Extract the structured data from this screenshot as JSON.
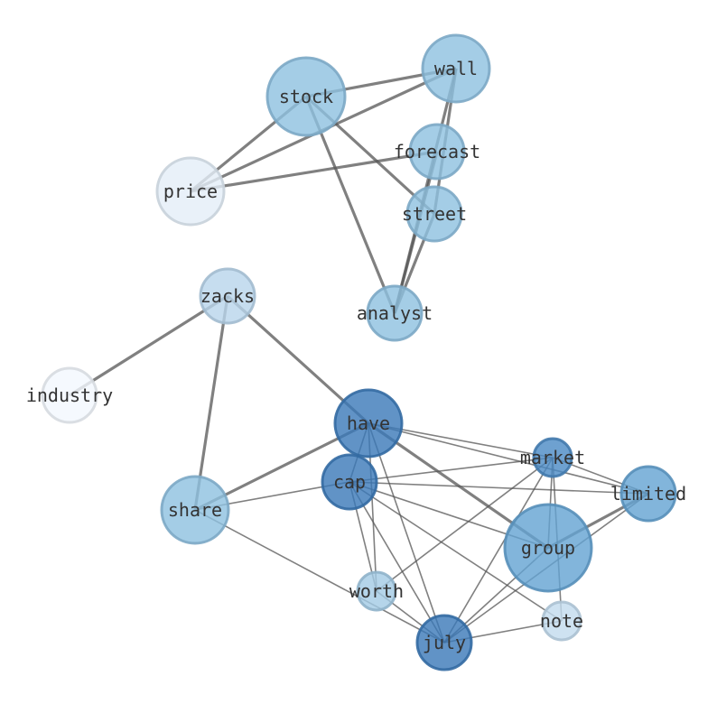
{
  "graph": {
    "nodes": [
      {
        "id": "stock",
        "label": "stock",
        "color": "#8dc0e0"
      },
      {
        "id": "wall",
        "label": "wall",
        "color": "#8dc0e0"
      },
      {
        "id": "forecast",
        "label": "forecast",
        "color": "#8dc0e0"
      },
      {
        "id": "price",
        "label": "price",
        "color": "#e3edf8"
      },
      {
        "id": "street",
        "label": "street",
        "color": "#8dc0e0"
      },
      {
        "id": "analyst",
        "label": "analyst",
        "color": "#8dc0e0"
      },
      {
        "id": "zacks",
        "label": "zacks",
        "color": "#b8d5eb"
      },
      {
        "id": "industry",
        "label": "industry",
        "color": "#f3f8fe"
      },
      {
        "id": "have",
        "label": "have",
        "color": "#3a78b8"
      },
      {
        "id": "market",
        "label": "market",
        "color": "#4a89c4"
      },
      {
        "id": "cap",
        "label": "cap",
        "color": "#3a78b8"
      },
      {
        "id": "limited",
        "label": "limited",
        "color": "#63a3d2"
      },
      {
        "id": "share",
        "label": "share",
        "color": "#8dc0e0"
      },
      {
        "id": "group",
        "label": "group",
        "color": "#63a3d2"
      },
      {
        "id": "worth",
        "label": "worth",
        "color": "#a3cae5"
      },
      {
        "id": "note",
        "label": "note",
        "color": "#c2dbee"
      },
      {
        "id": "july",
        "label": "july",
        "color": "#3a78b8"
      }
    ],
    "edges": [
      {
        "source": "stock",
        "target": "wall",
        "weight": "strong"
      },
      {
        "source": "stock",
        "target": "price",
        "weight": "strong"
      },
      {
        "source": "stock",
        "target": "street",
        "weight": "strong"
      },
      {
        "source": "stock",
        "target": "analyst",
        "weight": "strong"
      },
      {
        "source": "wall",
        "target": "price",
        "weight": "strong"
      },
      {
        "source": "wall",
        "target": "street",
        "weight": "strong"
      },
      {
        "source": "wall",
        "target": "analyst",
        "weight": "strong"
      },
      {
        "source": "forecast",
        "target": "price",
        "weight": "strong"
      },
      {
        "source": "forecast",
        "target": "analyst",
        "weight": "strong"
      },
      {
        "source": "street",
        "target": "analyst",
        "weight": "strong"
      },
      {
        "source": "zacks",
        "target": "industry",
        "weight": "strong"
      },
      {
        "source": "zacks",
        "target": "share",
        "weight": "strong"
      },
      {
        "source": "zacks",
        "target": "have",
        "weight": "strong"
      },
      {
        "source": "have",
        "target": "share",
        "weight": "strong"
      },
      {
        "source": "have",
        "target": "group",
        "weight": "strong"
      },
      {
        "source": "have",
        "target": "market",
        "weight": "weak"
      },
      {
        "source": "have",
        "target": "limited",
        "weight": "weak"
      },
      {
        "source": "have",
        "target": "worth",
        "weight": "weak"
      },
      {
        "source": "have",
        "target": "july",
        "weight": "weak"
      },
      {
        "source": "have",
        "target": "cap",
        "weight": "weak"
      },
      {
        "source": "cap",
        "target": "share",
        "weight": "weak"
      },
      {
        "source": "cap",
        "target": "market",
        "weight": "weak"
      },
      {
        "source": "cap",
        "target": "limited",
        "weight": "weak"
      },
      {
        "source": "cap",
        "target": "group",
        "weight": "weak"
      },
      {
        "source": "cap",
        "target": "worth",
        "weight": "weak"
      },
      {
        "source": "cap",
        "target": "july",
        "weight": "weak"
      },
      {
        "source": "cap",
        "target": "note",
        "weight": "weak"
      },
      {
        "source": "market",
        "target": "limited",
        "weight": "weak"
      },
      {
        "source": "market",
        "target": "group",
        "weight": "weak"
      },
      {
        "source": "market",
        "target": "note",
        "weight": "weak"
      },
      {
        "source": "market",
        "target": "july",
        "weight": "weak"
      },
      {
        "source": "market",
        "target": "worth",
        "weight": "weak"
      },
      {
        "source": "limited",
        "target": "group",
        "weight": "strong"
      },
      {
        "source": "limited",
        "target": "july",
        "weight": "weak"
      },
      {
        "source": "share",
        "target": "july",
        "weight": "weak"
      },
      {
        "source": "group",
        "target": "july",
        "weight": "weak"
      },
      {
        "source": "worth",
        "target": "july",
        "weight": "weak"
      },
      {
        "source": "note",
        "target": "july",
        "weight": "weak"
      }
    ]
  }
}
